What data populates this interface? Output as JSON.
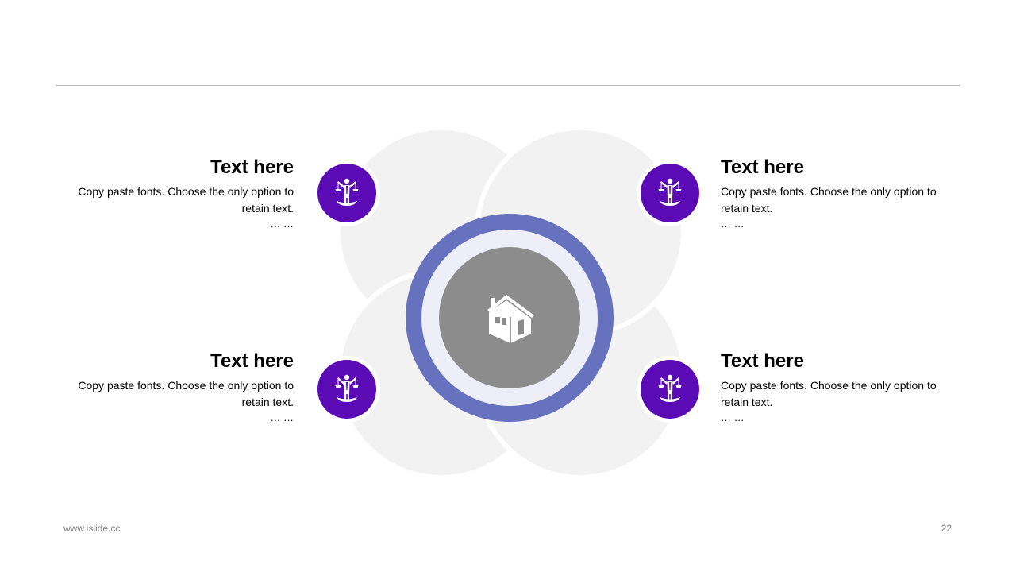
{
  "blocks": [
    {
      "title": "Text here",
      "body": "Copy paste fonts. Choose the only option to retain text.",
      "dots": "…  …"
    },
    {
      "title": "Text here",
      "body": "Copy paste fonts. Choose the only option to retain text.",
      "dots": "…  …"
    },
    {
      "title": "Text here",
      "body": "Copy paste fonts. Choose the only option to retain text.",
      "dots": "…  …"
    },
    {
      "title": "Text here",
      "body": "Copy paste fonts. Choose the only option to retain text.",
      "dots": "…  …"
    }
  ],
  "icons": {
    "center": "house-icon",
    "badges": [
      "balance-scale-person-icon",
      "balance-scale-person-icon",
      "balance-scale-person-icon",
      "balance-scale-person-icon"
    ]
  },
  "colors": {
    "petal": "#f2f2f2",
    "ring": "#6672bd",
    "ring_inner": "#eeeef8",
    "core": "#8c8c8c",
    "badge": "#5b0bb5",
    "rule": "#bfbfbf",
    "footer": "#7f7f7f"
  },
  "footer": {
    "url": "www.islide.cc",
    "page": "22"
  }
}
